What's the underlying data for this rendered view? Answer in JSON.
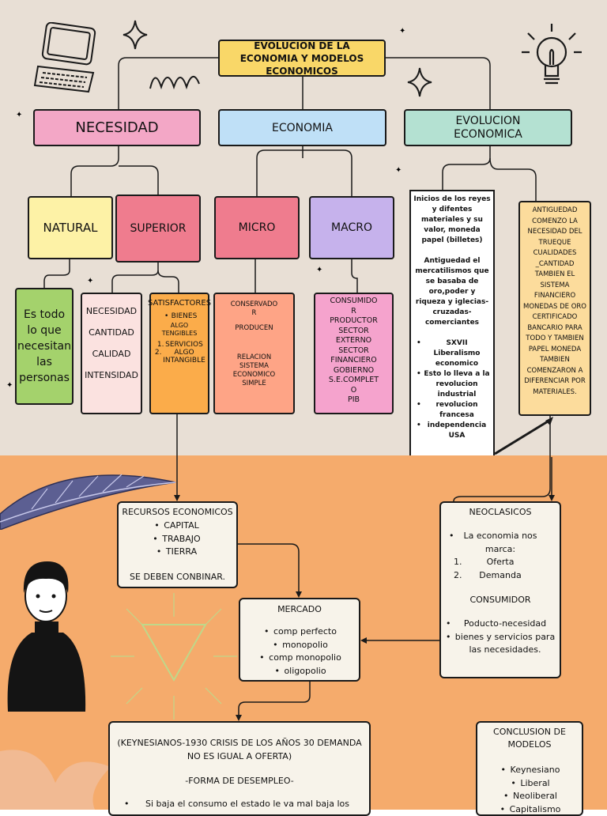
{
  "title": "EVOLUCION DE LA ECONOMIA Y MODELOS ECONOMICOS",
  "colors": {
    "top_bg": "#e8dfd5",
    "bottom_bg": "#f5ab6c",
    "title_yellow": "#f9d768",
    "pink": "#f3a7c6",
    "blue": "#bfe0f7",
    "mint": "#b4e1d2",
    "light_yellow": "#fdf2a6",
    "rose": "#ef7c8e",
    "salmon": "#fea486",
    "lavender": "#c6b2ec",
    "green": "#a4d26c",
    "blush": "#fbe2e0",
    "orange": "#fbac4a",
    "light_pink": "#f5a3cd",
    "pale_yellow": "#fcdc9c",
    "cream": "#f7f3ea"
  },
  "categories": {
    "necesidad": "NECESIDAD",
    "economia": "ECONOMIA",
    "evolucion": "EVOLUCION\nECONOMICA"
  },
  "necesidad": {
    "natural": "NATURAL",
    "superior": "SUPERIOR",
    "natural_desc": "Es todo lo que necesitan las personas",
    "superior_items": [
      "NECESIDAD",
      "CANTIDAD",
      "CALIDAD",
      "INTENSIDAD"
    ],
    "satisfactores": {
      "heading": "SATISFACTORES",
      "items": [
        {
          "marker": "•",
          "text": "BIENES"
        },
        {
          "marker": "",
          "text": "ALGO\nTENGIBLES"
        },
        {
          "marker": "1.",
          "text": "SERVICIOS"
        },
        {
          "marker": "2.",
          "text": "ALGO\nINTANGIBLE"
        }
      ]
    }
  },
  "economia": {
    "micro": "MICRO",
    "macro": "MACRO",
    "micro_items": [
      {
        "text": "CONSERVADO\nR",
        "gap": 0
      },
      {
        "text": "PRODUCEN",
        "gap": 1
      },
      {
        "text": "RELACION",
        "gap": 2
      },
      {
        "text": "SISTEMA\nECONOMICO\nSIMPLE",
        "gap": 0
      }
    ],
    "macro_items": [
      "CONSUMIDO\nR",
      "PRODUCTOR",
      "SECTOR\nEXTERNO",
      "SECTOR\nFINANCIERO",
      "GOBIERNO",
      "S.E.COMPLET\nO",
      "PIB"
    ]
  },
  "evolucion": {
    "history_paragraphs": [
      "Inicios de los reyes y difentes materiales y su valor, moneda papel (billetes)",
      "Antiguedad el mercatilismos que se basaba de oro,poder y riqueza y iglecias-cruzadas-comerciantes"
    ],
    "history_bullets": [
      "SXVII Liberalismo economico",
      "Esto lo lleva a la revolucion industrial",
      "revolucion francesa",
      "independencia USA"
    ],
    "antiguedad": "ANTIGUEDAD COMENZO LA NECESIDAD DEL TRUEQUE CUALIDADES _CANTIDAD TAMBIEN EL SISTEMA FINANCIERO MONEDAS DE ORO CERTIFICADO BANCARIO PARA TODO Y TAMBIEN PAPEL MONEDA TAMBIEN COMENZARON A DIFERENCIAR POR MATERIALES."
  },
  "recursos": {
    "heading": "RECURSOS ECONOMICOS",
    "items": [
      "CAPITAL",
      "TRABAJO",
      "TIERRA"
    ],
    "footer": "SE DEBEN CONBINAR."
  },
  "mercado": {
    "heading": "MERCADO",
    "items": [
      "comp perfecto",
      "monopolio",
      "comp monopolio",
      "oligopolio"
    ]
  },
  "neoclasicos": {
    "heading": "NEOCLASICOS",
    "intro": "La economia nos marca:",
    "numbered": [
      "Oferta",
      "Demanda"
    ],
    "consumidor_heading": "CONSUMIDOR",
    "consumidor_items": [
      "Poducto-necesidad",
      "bienes y servicios para las necesidades."
    ]
  },
  "keynes": {
    "text1": "(KEYNESIANOS-1930 CRISIS DE LOS AÑOS 30 DEMANDA NO ES IGUAL A OFERTA)",
    "text2": "-FORMA DE DESEMPLEO-",
    "bullet": "Si baja el consumo el estado le va mal baja los"
  },
  "conclusion": {
    "heading": "CONCLUSION DE MODELOS",
    "items": [
      "Keynesiano",
      "Liberal",
      "Neoliberal",
      "Capitalismo"
    ]
  },
  "icons": [
    "laptop-icon",
    "sparkle-icon",
    "lightbulb-icon",
    "leaf-icon",
    "person-illustration",
    "triangle-sunburst-icon",
    "flower-icon"
  ]
}
